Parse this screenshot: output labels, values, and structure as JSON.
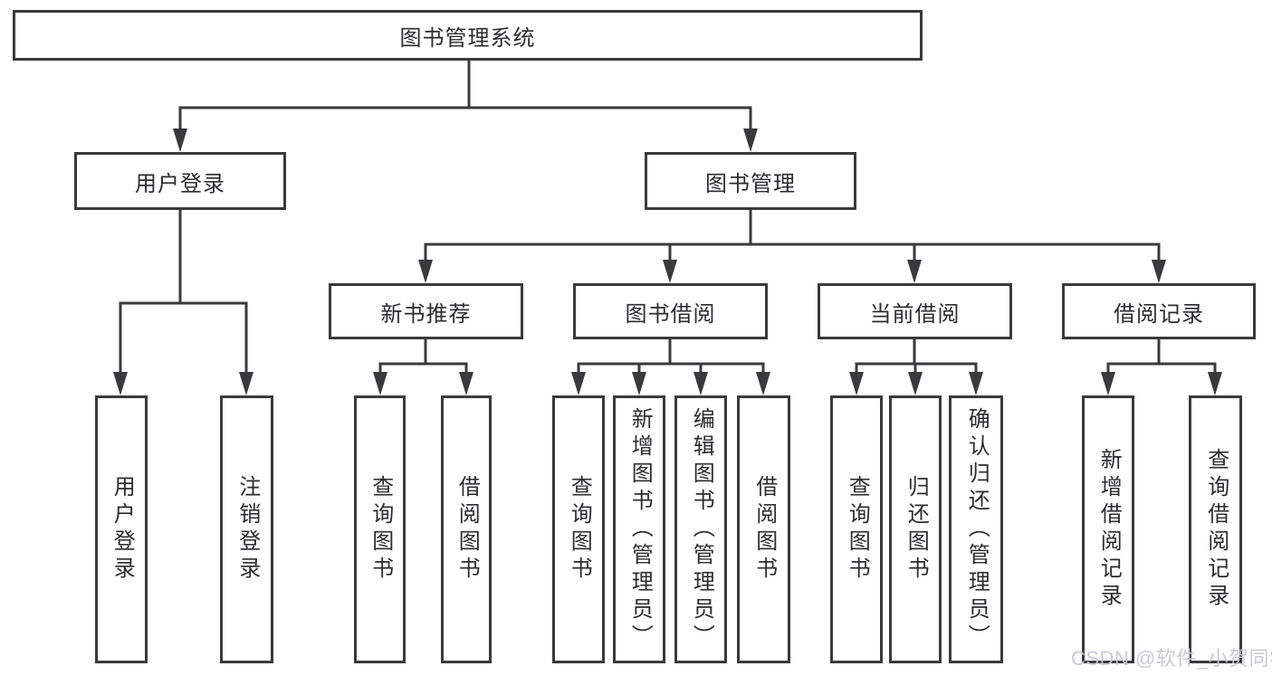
{
  "diagram": {
    "root": {
      "label": "图书管理系统"
    },
    "userLogin": {
      "label": "用户登录",
      "children": [
        {
          "label": "用户登录"
        },
        {
          "label": "注销登录"
        }
      ]
    },
    "bookManagement": {
      "label": "图书管理",
      "groups": [
        {
          "label": "新书推荐",
          "children": [
            {
              "label": "查询图书"
            },
            {
              "label": "借阅图书"
            }
          ]
        },
        {
          "label": "图书借阅",
          "children": [
            {
              "label": "查询图书"
            },
            {
              "label": "新增图书（管理员）"
            },
            {
              "label": "编辑图书（管理员）"
            },
            {
              "label": "借阅图书"
            }
          ]
        },
        {
          "label": "当前借阅",
          "children": [
            {
              "label": "查询图书"
            },
            {
              "label": "归还图书"
            },
            {
              "label": "确认归还（管理员）"
            }
          ]
        },
        {
          "label": "借阅记录",
          "children": [
            {
              "label": "新增借阅记录"
            },
            {
              "label": "查询借阅记录"
            }
          ]
        }
      ]
    }
  },
  "watermark": {
    "text": "CSDN @软件_小贺同学"
  },
  "colors": {
    "line": "#3a3a3c",
    "box_border": "#3a3a3c",
    "text": "#2c2c2f",
    "background": "#ffffff",
    "watermark": "#c6c6d0"
  }
}
